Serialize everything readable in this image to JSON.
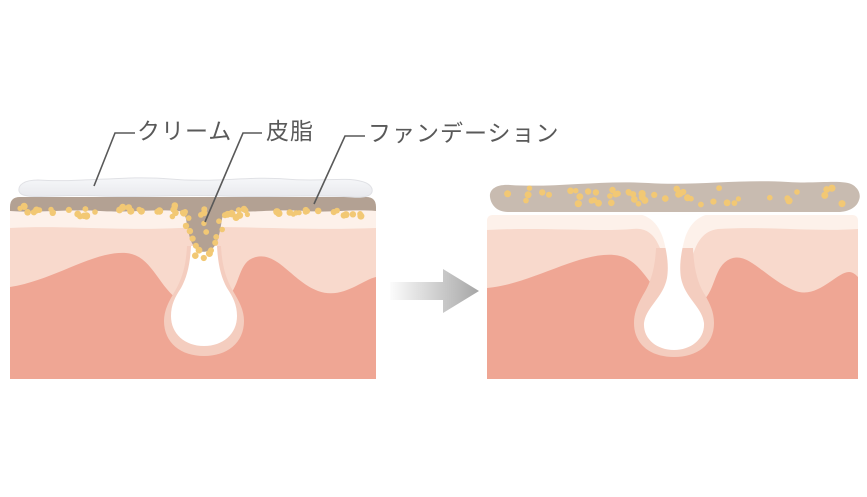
{
  "diagram": {
    "description_labels": {
      "cream": "クリーム",
      "sebum": "皮脂",
      "foundation": "ファンデーション"
    }
  },
  "colors": {
    "background": "#ffffff",
    "label_text": "#595959",
    "leader_line": "#595959",
    "cream_light": "#f8f9fb",
    "cream_dark": "#e7e8ec",
    "cream_edge": "#e0e1e5",
    "foundation_left": "#b3a193",
    "foundation_right": "#c8bbb0",
    "sebum_dot": "#f2c874",
    "skin_pale": "#fdf1ea",
    "skin_epidermis": "#f8d9cc",
    "skin_dermis": "#efa694",
    "pore_ring": "#f4cdbf",
    "pore_fill": "#ffffff",
    "arrow_light": "#fcfcfc",
    "arrow_dark": "#a6a6a6"
  }
}
